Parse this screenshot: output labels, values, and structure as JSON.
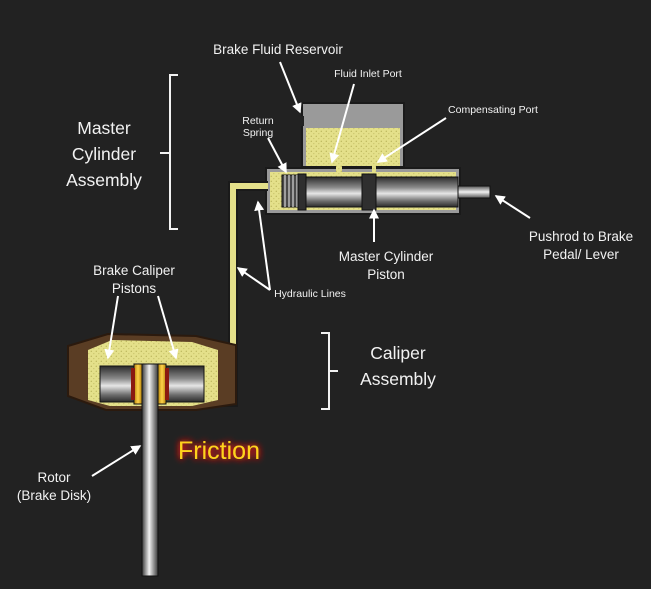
{
  "diagram": {
    "labels": {
      "brake_fluid_reservoir": "Brake Fluid Reservoir",
      "fluid_inlet_port": "Fluid Inlet Port",
      "compensating_port": "Compensating Port",
      "return_spring_line1": "Return",
      "return_spring_line2": "Spring",
      "master_cylinder_assembly_line1": "Master",
      "master_cylinder_assembly_line2": "Cylinder",
      "master_cylinder_assembly_line3": "Assembly",
      "pushrod_line1": "Pushrod to Brake",
      "pushrod_line2": "Pedal/ Lever",
      "master_cylinder_piston_line1": "Master Cylinder",
      "master_cylinder_piston_line2": "Piston",
      "hydraulic_lines": "Hydraulic Lines",
      "brake_caliper_pistons_line1": "Brake Caliper",
      "brake_caliper_pistons_line2": "Pistons",
      "caliper_assembly_line1": "Caliper",
      "caliper_assembly_line2": "Assembly",
      "friction": "Friction",
      "rotor_line1": "Rotor",
      "rotor_line2": "(Brake Disk)"
    },
    "colors": {
      "background": "#222222",
      "brake_fluid": "#e4e08a",
      "caliper_body": "#5a3d24",
      "metal_dark": "#3a3a3a",
      "metal_light": "#d9d9d9",
      "friction_text": "#ffd21f",
      "friction_glow": "#e0201a",
      "label_text": "#f2f2f2"
    }
  }
}
